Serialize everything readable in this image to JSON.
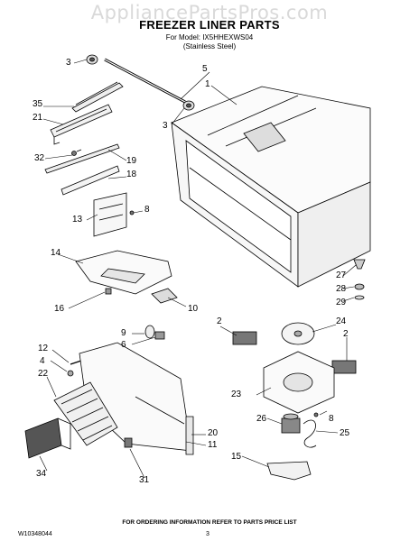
{
  "watermark": "AppliancePartsPros.com",
  "header": {
    "title": "FREEZER LINER PARTS",
    "model_line": "For Model: IX5HHEXWS04",
    "finish_line": "(Stainless Steel)"
  },
  "callouts": {
    "c1": "1",
    "c2a": "2",
    "c2b": "2",
    "c3a": "3",
    "c3b": "3",
    "c4": "4",
    "c5": "5",
    "c6": "6",
    "c8a": "8",
    "c8b": "8",
    "c9": "9",
    "c10": "10",
    "c11": "11",
    "c12": "12",
    "c13": "13",
    "c14": "14",
    "c15": "15",
    "c16": "16",
    "c18": "18",
    "c19": "19",
    "c20": "20",
    "c21": "21",
    "c22": "22",
    "c23": "23",
    "c24": "24",
    "c25": "25",
    "c26": "26",
    "c27": "27",
    "c28": "28",
    "c29": "29",
    "c31": "31",
    "c32": "32",
    "c34": "34",
    "c35": "35"
  },
  "footer": {
    "ordering_note": "FOR ORDERING INFORMATION REFER TO PARTS PRICE LIST",
    "doc_number": "W10348044",
    "page_number": "3"
  }
}
